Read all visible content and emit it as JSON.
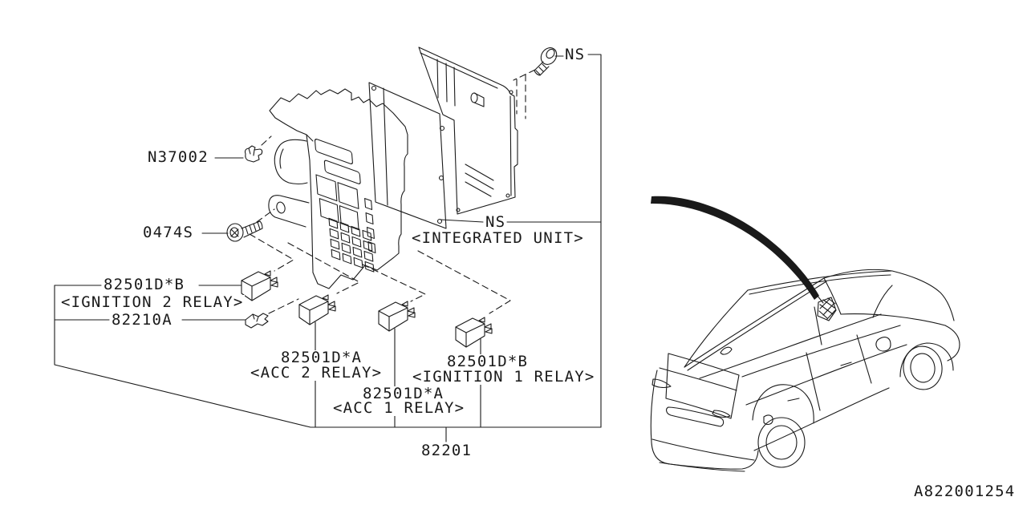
{
  "page": {
    "background_color": "#ffffff",
    "line_color": "#1a1a1a",
    "drawing_code": "A822001254"
  },
  "labels": {
    "clip": "N37002",
    "screw": "0474S",
    "ignition2_part": "82501D*B",
    "ignition2_name": "<IGNITION 2 RELAY>",
    "fuse_puller": "82210A",
    "acc2_part": "82501D*A",
    "acc2_name": "<ACC 2 RELAY>",
    "acc1_part": "82501D*A",
    "acc1_name": "<ACC 1 RELAY>",
    "ignition1_part": "82501D*B",
    "ignition1_name": "<IGNITION 1 RELAY>",
    "fuse_box": "82201",
    "ns_screw": "NS",
    "ns_unit": "NS",
    "integrated_unit": "<INTEGRATED UNIT>"
  }
}
